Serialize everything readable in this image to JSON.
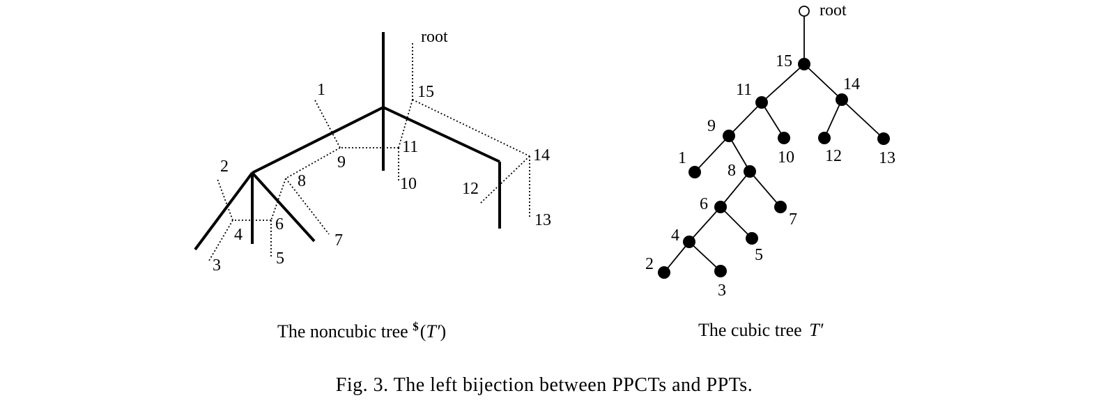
{
  "left_diagram": {
    "caption_prefix": "The noncubic tree ",
    "caption_symbol": "$",
    "caption_open": "(",
    "caption_tree": "T′",
    "caption_close": ")",
    "labels": {
      "root": "root",
      "n1": "1",
      "n2": "2",
      "n3": "3",
      "n4": "4",
      "n5": "5",
      "n6": "6",
      "n7": "7",
      "n8": "8",
      "n9": "9",
      "n10": "10",
      "n11": "11",
      "n12": "12",
      "n13": "13",
      "n14": "14",
      "n15": "15"
    }
  },
  "right_diagram": {
    "caption_prefix": "The cubic tree ",
    "caption_tree": "T′",
    "labels": {
      "root": "root",
      "n1": "1",
      "n2": "2",
      "n3": "3",
      "n4": "4",
      "n5": "5",
      "n6": "6",
      "n7": "7",
      "n8": "8",
      "n9": "9",
      "n10": "10",
      "n11": "11",
      "n12": "12",
      "n13": "13",
      "n14": "14",
      "n15": "15"
    }
  },
  "figure_caption": "Fig. 3.  The left bijection between PPCTs and PPTs."
}
